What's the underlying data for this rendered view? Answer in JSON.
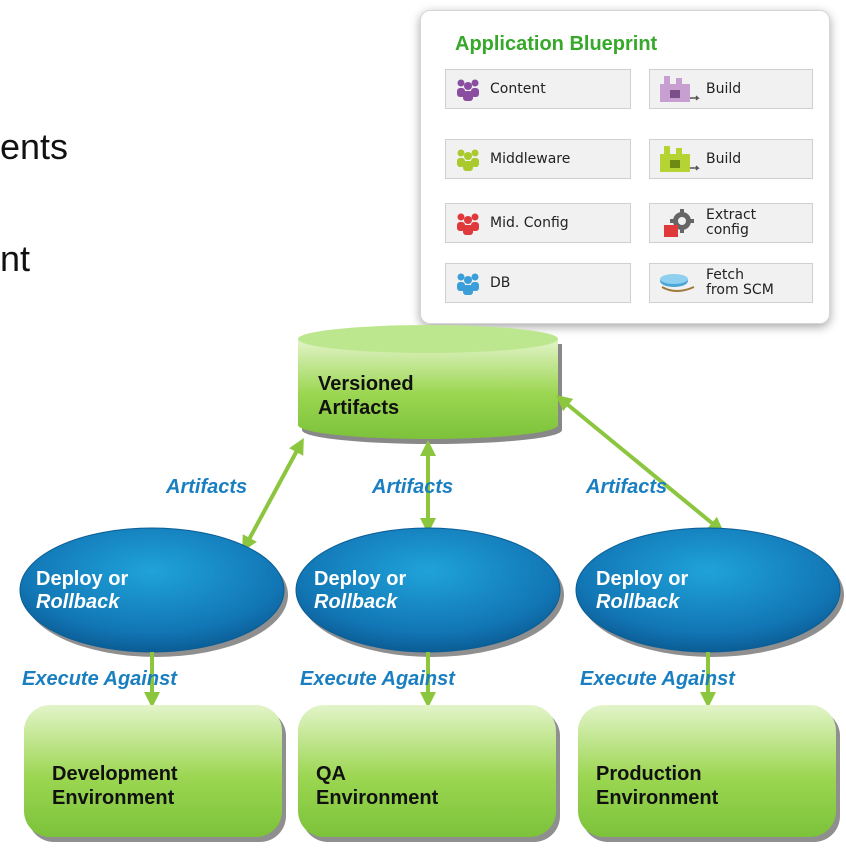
{
  "background_fragments": [
    "ents",
    "nt"
  ],
  "blueprint": {
    "title": "Application Blueprint",
    "components": [
      {
        "label": "Content",
        "icon": "people-icon-purple",
        "color": "#8a4ea0"
      },
      {
        "label": "Middleware",
        "icon": "people-icon-green",
        "color": "#a9c92d"
      },
      {
        "label": "Mid. Config",
        "icon": "people-icon-red",
        "color": "#e0393b"
      },
      {
        "label": "DB",
        "icon": "people-icon-blue",
        "color": "#3a9ed8"
      }
    ],
    "actions": [
      {
        "label": "Build",
        "icon": "factory-icon-purple"
      },
      {
        "label": "Build",
        "icon": "factory-icon-green"
      },
      {
        "label": "Extract\nconfig",
        "icon": "gear-box-icon"
      },
      {
        "label": "Fetch\nfrom SCM",
        "icon": "disk-cable-icon"
      }
    ]
  },
  "repository": {
    "label_line1": "Versioned",
    "label_line2": "Artifacts"
  },
  "edge_labels": {
    "artifacts": "Artifacts",
    "execute": "Execute Against"
  },
  "deploy": {
    "line1": "Deploy or",
    "line2": "Rollback"
  },
  "environments": [
    {
      "line1": "Development",
      "line2": "Environment"
    },
    {
      "line1": "QA",
      "line2": "Environment"
    },
    {
      "line1": "Production",
      "line2": "Environment"
    }
  ],
  "colors": {
    "green": "#8bcf3e",
    "blue": "#1b7fc0",
    "arrow": "#8cc63f",
    "title_green": "#36a82a"
  }
}
